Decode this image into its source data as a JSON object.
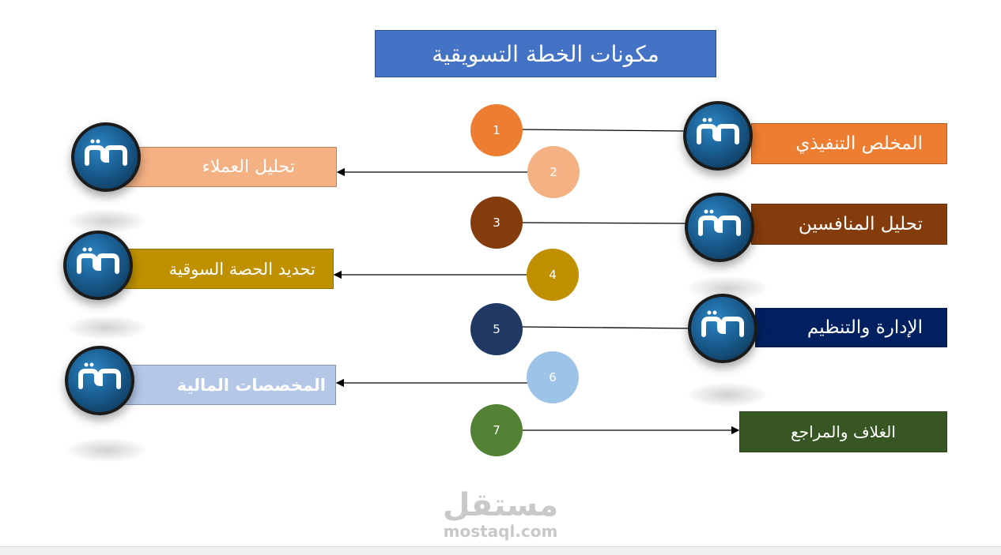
{
  "title": "مكونات الخطة التسويقية",
  "circles": [
    {
      "number": "1",
      "color": "#ed7d31"
    },
    {
      "number": "2",
      "color": "#f4b183"
    },
    {
      "number": "3",
      "color": "#843c0c"
    },
    {
      "number": "4",
      "color": "#bf9000"
    },
    {
      "number": "5",
      "color": "#1f3864"
    },
    {
      "number": "6",
      "color": "#9dc3e6"
    },
    {
      "number": "7",
      "color": "#548235"
    }
  ],
  "labels": [
    {
      "text": "المخلص التنفيذي",
      "color": "#ed7d31"
    },
    {
      "text": "تحليل العملاء",
      "color": "#f4b183"
    },
    {
      "text": "تحليل المنافسين",
      "color": "#843c0c"
    },
    {
      "text": "تحديد الحصة السوقية",
      "color": "#bf9000"
    },
    {
      "text": "الإدارة والتنظيم",
      "color": "#002060"
    },
    {
      "text": "المخصصات المالية",
      "color": "#b4c7e7"
    },
    {
      "text": "الغلاف والمراجع",
      "color": "#375623"
    }
  ],
  "logo": {
    "text": "تم",
    "icon": "tam-logo-icon"
  },
  "watermark": {
    "arabic": "مستقل",
    "latin": "mostaql.com"
  }
}
